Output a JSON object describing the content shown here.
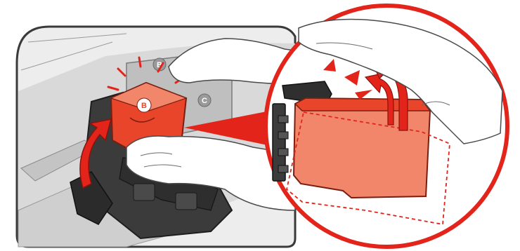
{
  "illustration": {
    "badges": {
      "b_cartridge": "B",
      "b_slot": "B",
      "c_slot": "C",
      "cartridge_top_text": "B"
    }
  },
  "colors": {
    "cartridge": "#E8452A",
    "cartridge_light": "#F2866A",
    "callout_red": "#E3241B",
    "printer_dark": "#3B3B3B",
    "printer_mid": "#8A8A8A",
    "printer_light": "#C9C9C9",
    "panel_bg": "#EDEDED",
    "outline": "#4A4A4A",
    "hand_fill": "#FFFFFF"
  }
}
